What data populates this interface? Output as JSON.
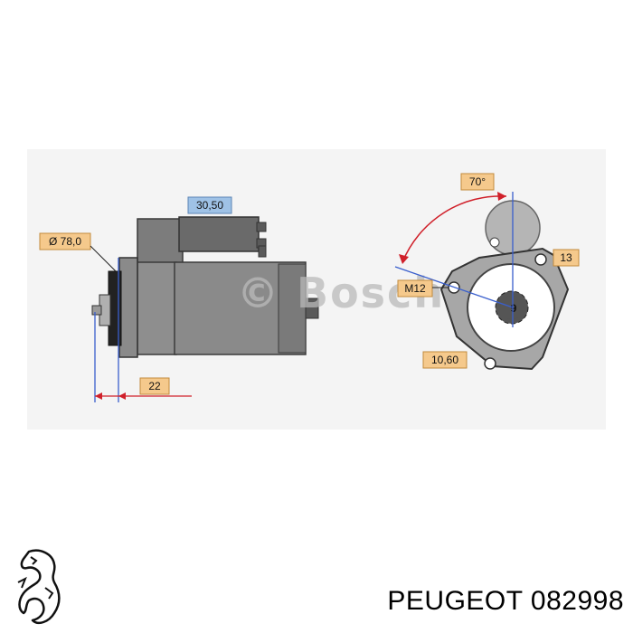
{
  "dimensions": {
    "diameter": "Ø 78,0",
    "terminal_size": "30,50",
    "flange_offset": "22",
    "rotation_angle": "70°",
    "bolt_spacing": "13",
    "thread": "M12",
    "teeth_count": "9",
    "hole_distance": "10,60"
  },
  "watermark": "© Bosch",
  "footer": {
    "brand": "PEUGEOT",
    "part_number": "082998"
  },
  "colors": {
    "label_fill": "#f5c98c",
    "label_blue": "#9fc2e6",
    "body_gray": "#8a8a8a",
    "dark_gray": "#555555",
    "dim_blue": "#3a5fcd",
    "dim_red": "#d0202a"
  }
}
